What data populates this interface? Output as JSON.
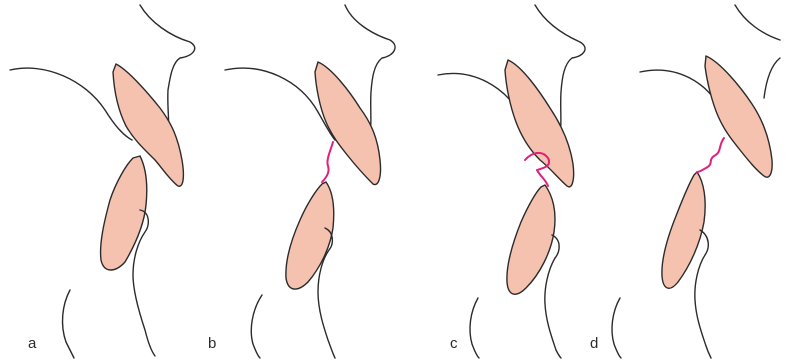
{
  "panels": [
    {
      "label": "a",
      "has_seal": false
    },
    {
      "label": "b",
      "has_seal": true
    },
    {
      "label": "c",
      "has_seal": true
    },
    {
      "label": "d",
      "has_seal": true
    }
  ],
  "colors": {
    "lip_fill": "#f5c2b0",
    "outline": "#2b2b2b",
    "seal_line": "#e0207a",
    "background": "#ffffff"
  }
}
